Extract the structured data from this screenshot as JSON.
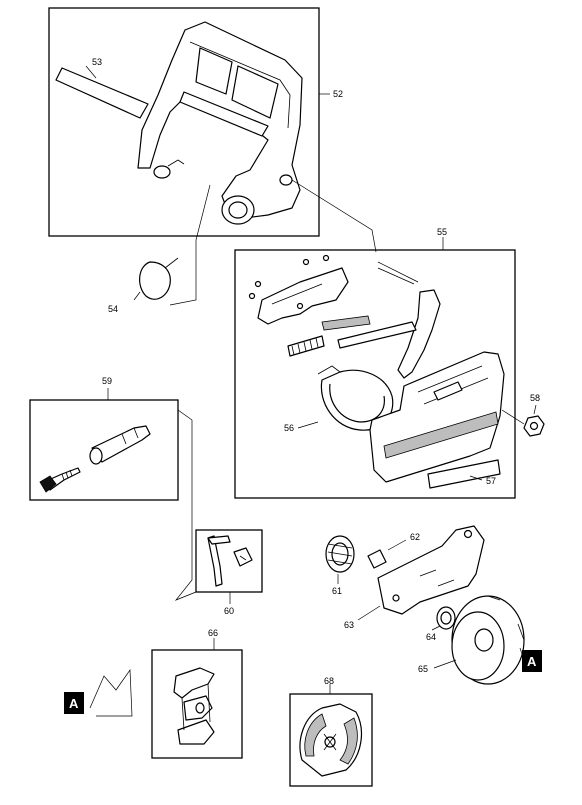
{
  "parts": {
    "p52": "52",
    "p53": "53",
    "p54": "54",
    "p55": "55",
    "p56": "56",
    "p57": "57",
    "p58": "58",
    "p59": "59",
    "p60": "60",
    "p61": "61",
    "p62": "62",
    "p63": "63",
    "p64": "64",
    "p65": "65",
    "p66": "66",
    "p68": "68"
  },
  "markers": {
    "left": "A",
    "right": "A"
  }
}
